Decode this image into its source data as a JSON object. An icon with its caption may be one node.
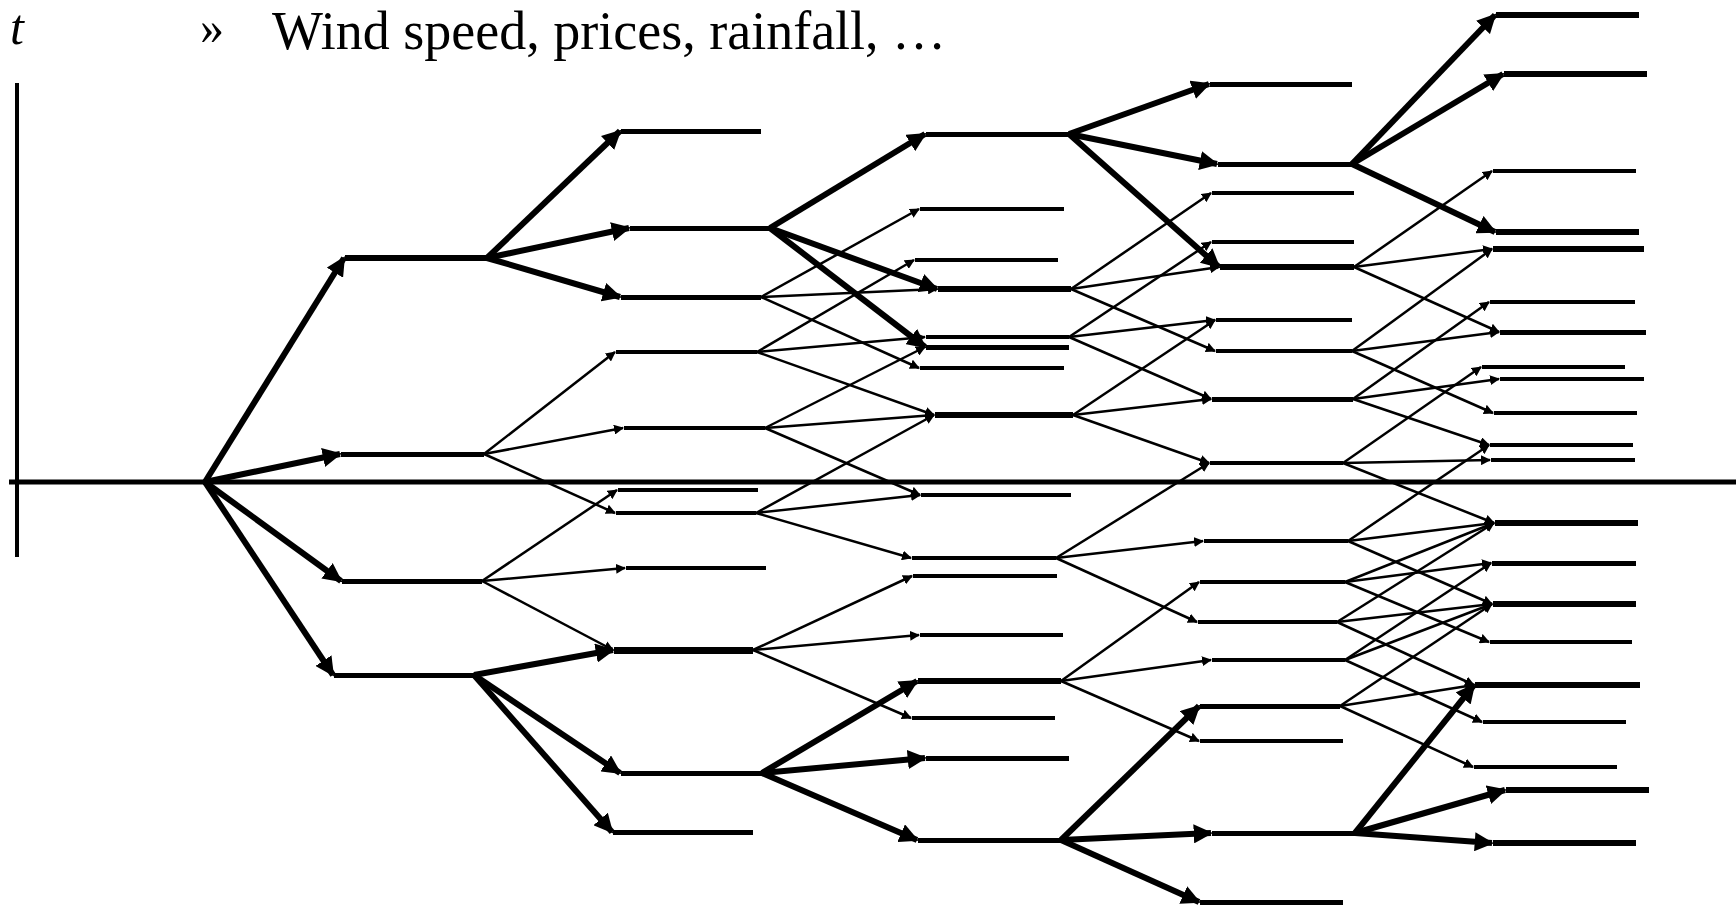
{
  "diagram": {
    "nodes": [
      {
        "text": [],
        "shape": "bar"
      },
      {
        "text": [],
        "shape": "bar"
      },
      {
        "text": [],
        "shape": "bar"
      },
      {
        "text": [],
        "shape": "bar"
      },
      {
        "text": [],
        "shape": "bar"
      },
      {
        "text": [],
        "shape": "bar"
      },
      {
        "text": [],
        "shape": "bar"
      },
      {
        "text": [],
        "shape": "bar"
      },
      {
        "text": [],
        "shape": "bar"
      },
      {
        "text": [],
        "shape": "bar"
      },
      {
        "text": [],
        "shape": "bar"
      },
      {
        "text": [],
        "shape": "bar"
      },
      {
        "text": [],
        "shape": "bar"
      },
      {
        "text": [],
        "shape": "bar"
      },
      {
        "text": [],
        "shape": "bar"
      },
      {
        "text": [],
        "shape": "bar"
      },
      {
        "text": [],
        "shape": "bar"
      },
      {
        "text": [],
        "shape": "bar"
      },
      {
        "text": [],
        "shape": "bar"
      },
      {
        "text": [],
        "shape": "bar"
      },
      {
        "text": [],
        "shape": "bar"
      },
      {
        "text": [],
        "shape": "bar"
      },
      {
        "text": [],
        "shape": "bar"
      },
      {
        "text": [],
        "shape": "bar"
      },
      {
        "text": [],
        "shape": "bar"
      },
      {
        "text": [],
        "shape": "bar"
      },
      {
        "text": [],
        "shape": "bar"
      },
      {
        "text": [],
        "shape": "bar"
      },
      {
        "text": [],
        "shape": "bar"
      },
      {
        "text": [],
        "shape": "bar"
      },
      {
        "text": [],
        "shape": "bar"
      },
      {
        "text": [],
        "shape": "bar"
      },
      {
        "text": [],
        "shape": "bar"
      },
      {
        "text": [],
        "shape": "bar"
      },
      {
        "text": [],
        "shape": "bar"
      },
      {
        "text": [],
        "shape": "bar"
      },
      {
        "text": [],
        "shape": "bar"
      },
      {
        "text": [],
        "shape": "bar"
      },
      {
        "text": [],
        "shape": "bar"
      },
      {
        "text": [],
        "shape": "bar"
      },
      {
        "text": [],
        "shape": "bar"
      },
      {
        "text": [],
        "shape": "bar"
      },
      {
        "text": [],
        "shape": "bar"
      },
      {
        "text": [],
        "shape": "bar"
      },
      {
        "text": [],
        "shape": "bar"
      },
      {
        "text": [],
        "shape": "bar"
      },
      {
        "text": [],
        "shape": "bar"
      },
      {
        "text": [],
        "shape": "bar"
      },
      {
        "text": [],
        "shape": "bar"
      },
      {
        "text": [],
        "shape": "bar"
      },
      {
        "text": [],
        "shape": "bar"
      },
      {
        "text": [],
        "shape": "bar"
      },
      {
        "text": [],
        "shape": "bar"
      },
      {
        "text": [],
        "shape": "bar"
      },
      {
        "text": [],
        "shape": "bar"
      },
      {
        "text": [],
        "shape": "bar"
      },
      {
        "text": [],
        "shape": "bar"
      },
      {
        "text": [],
        "shape": "bar"
      },
      {
        "text": [],
        "shape": "bar"
      },
      {
        "text": [],
        "shape": "bar"
      },
      {
        "text": [],
        "shape": "bar"
      },
      {
        "text": [],
        "shape": "bar"
      },
      {
        "text": [],
        "shape": "bar"
      },
      {
        "text": [],
        "shape": "bar"
      },
      {
        "text": [],
        "shape": "bar"
      },
      {
        "text": [],
        "shape": "bar"
      },
      {
        "text": [],
        "shape": "bar"
      },
      {
        "text": [],
        "shape": "bar"
      },
      {
        "text": [],
        "shape": "bar"
      }
    ],
    "edges": [
      {
        "from": null,
        "to": 0,
        "arrow": "to",
        "style": "thick"
      },
      {
        "from": null,
        "to": 1,
        "arrow": "to",
        "style": "thick"
      },
      {
        "from": null,
        "to": 2,
        "arrow": "to",
        "style": "thick"
      },
      {
        "from": null,
        "to": 3,
        "arrow": "to",
        "style": "thick"
      },
      {
        "from": 0,
        "to": 4,
        "arrow": "to",
        "style": "thick"
      },
      {
        "from": 0,
        "to": 5,
        "arrow": "to",
        "style": "thick"
      },
      {
        "from": 0,
        "to": 6,
        "arrow": "to",
        "style": "thick"
      },
      {
        "from": 1,
        "to": 7,
        "arrow": "to"
      },
      {
        "from": 1,
        "to": 8,
        "arrow": "to"
      },
      {
        "from": 1,
        "to": 10,
        "arrow": "to"
      },
      {
        "from": 2,
        "to": 9,
        "arrow": "to"
      },
      {
        "from": 2,
        "to": 11,
        "arrow": "to"
      },
      {
        "from": 2,
        "to": 12,
        "arrow": "to"
      },
      {
        "from": 3,
        "to": 12,
        "arrow": "to",
        "style": "thick"
      },
      {
        "from": 3,
        "to": 13,
        "arrow": "to",
        "style": "thick"
      },
      {
        "from": 3,
        "to": 14,
        "arrow": "to",
        "style": "thick"
      },
      {
        "from": 5,
        "to": 15,
        "arrow": "to",
        "style": "thick"
      },
      {
        "from": 5,
        "to": 18,
        "arrow": "to",
        "style": "thick"
      },
      {
        "from": 5,
        "to": 20,
        "arrow": "to",
        "style": "thick"
      },
      {
        "from": 6,
        "to": 16,
        "arrow": "to"
      },
      {
        "from": 6,
        "to": 18,
        "arrow": "to"
      },
      {
        "from": 6,
        "to": 21,
        "arrow": "to"
      },
      {
        "from": 7,
        "to": 17,
        "arrow": "to"
      },
      {
        "from": 7,
        "to": 19,
        "arrow": "to"
      },
      {
        "from": 7,
        "to": 22,
        "arrow": "to"
      },
      {
        "from": 8,
        "to": 20,
        "arrow": "to"
      },
      {
        "from": 8,
        "to": 22,
        "arrow": "to"
      },
      {
        "from": 8,
        "to": 23,
        "arrow": "to"
      },
      {
        "from": 10,
        "to": 22,
        "arrow": "to"
      },
      {
        "from": 10,
        "to": 23,
        "arrow": "to"
      },
      {
        "from": 10,
        "to": 24,
        "arrow": "to"
      },
      {
        "from": 12,
        "to": 25,
        "arrow": "to"
      },
      {
        "from": 12,
        "to": 26,
        "arrow": "to"
      },
      {
        "from": 12,
        "to": 28,
        "arrow": "to"
      },
      {
        "from": 13,
        "to": 27,
        "arrow": "to",
        "style": "thick"
      },
      {
        "from": 13,
        "to": 29,
        "arrow": "to",
        "style": "thick"
      },
      {
        "from": 13,
        "to": 30,
        "arrow": "to",
        "style": "thick"
      },
      {
        "from": 15,
        "to": 31,
        "arrow": "to",
        "style": "thick"
      },
      {
        "from": 15,
        "to": 32,
        "arrow": "to",
        "style": "thick"
      },
      {
        "from": 15,
        "to": 35,
        "arrow": "to",
        "style": "thick"
      },
      {
        "from": 18,
        "to": 33,
        "arrow": "to"
      },
      {
        "from": 18,
        "to": 35,
        "arrow": "to"
      },
      {
        "from": 18,
        "to": 37,
        "arrow": "to"
      },
      {
        "from": 19,
        "to": 34,
        "arrow": "to"
      },
      {
        "from": 19,
        "to": 36,
        "arrow": "to"
      },
      {
        "from": 19,
        "to": 38,
        "arrow": "to"
      },
      {
        "from": 22,
        "to": 36,
        "arrow": "to"
      },
      {
        "from": 22,
        "to": 38,
        "arrow": "to"
      },
      {
        "from": 22,
        "to": 39,
        "arrow": "to"
      },
      {
        "from": 24,
        "to": 39,
        "arrow": "to"
      },
      {
        "from": 24,
        "to": 40,
        "arrow": "to"
      },
      {
        "from": 24,
        "to": 42,
        "arrow": "to"
      },
      {
        "from": 27,
        "to": 41,
        "arrow": "to"
      },
      {
        "from": 27,
        "to": 43,
        "arrow": "to"
      },
      {
        "from": 27,
        "to": 45,
        "arrow": "to"
      },
      {
        "from": 30,
        "to": 44,
        "arrow": "to",
        "style": "thick"
      },
      {
        "from": 30,
        "to": 46,
        "arrow": "to",
        "style": "thick"
      },
      {
        "from": 30,
        "to": 47,
        "arrow": "to",
        "style": "thick"
      },
      {
        "from": 32,
        "to": 48,
        "arrow": "to",
        "style": "thick"
      },
      {
        "from": 32,
        "to": 49,
        "arrow": "to",
        "style": "thick"
      },
      {
        "from": 32,
        "to": 51,
        "arrow": "to",
        "style": "thick"
      },
      {
        "from": 35,
        "to": 50,
        "arrow": "to"
      },
      {
        "from": 35,
        "to": 52,
        "arrow": "to"
      },
      {
        "from": 35,
        "to": 54,
        "arrow": "to"
      },
      {
        "from": 37,
        "to": 52,
        "arrow": "to"
      },
      {
        "from": 37,
        "to": 54,
        "arrow": "to"
      },
      {
        "from": 37,
        "to": 57,
        "arrow": "to"
      },
      {
        "from": 38,
        "to": 53,
        "arrow": "to"
      },
      {
        "from": 38,
        "to": 56,
        "arrow": "to"
      },
      {
        "from": 38,
        "to": 58,
        "arrow": "to"
      },
      {
        "from": 39,
        "to": 55,
        "arrow": "to"
      },
      {
        "from": 39,
        "to": 59,
        "arrow": "to"
      },
      {
        "from": 39,
        "to": 60,
        "arrow": "to"
      },
      {
        "from": 40,
        "to": 58,
        "arrow": "to"
      },
      {
        "from": 40,
        "to": 60,
        "arrow": "to"
      },
      {
        "from": 40,
        "to": 62,
        "arrow": "to"
      },
      {
        "from": 41,
        "to": 60,
        "arrow": "to"
      },
      {
        "from": 41,
        "to": 61,
        "arrow": "to"
      },
      {
        "from": 41,
        "to": 63,
        "arrow": "to"
      },
      {
        "from": 42,
        "to": 60,
        "arrow": "to"
      },
      {
        "from": 42,
        "to": 62,
        "arrow": "to"
      },
      {
        "from": 42,
        "to": 64,
        "arrow": "to"
      },
      {
        "from": 43,
        "to": 61,
        "arrow": "to"
      },
      {
        "from": 43,
        "to": 62,
        "arrow": "to"
      },
      {
        "from": 43,
        "to": 65,
        "arrow": "to"
      },
      {
        "from": 44,
        "to": 62,
        "arrow": "to"
      },
      {
        "from": 44,
        "to": 64,
        "arrow": "to"
      },
      {
        "from": 44,
        "to": 66,
        "arrow": "to"
      },
      {
        "from": 46,
        "to": 64,
        "arrow": "to",
        "style": "thick"
      },
      {
        "from": 46,
        "to": 67,
        "arrow": "to",
        "style": "thick"
      },
      {
        "from": 46,
        "to": 68,
        "arrow": "to",
        "style": "thick"
      }
    ],
    "labels": [
      "t",
      "»",
      "Wind speed, prices, rainfall, …"
    ]
  }
}
